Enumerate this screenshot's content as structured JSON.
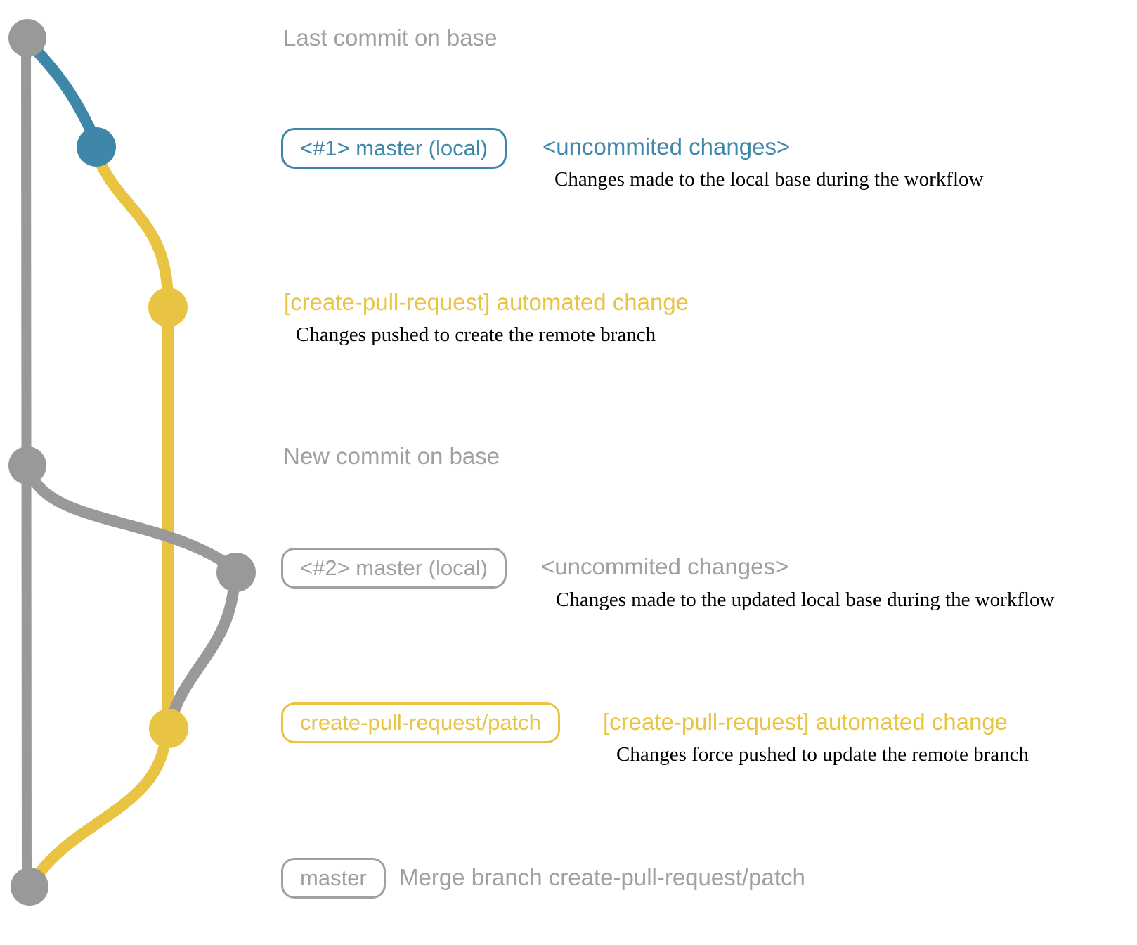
{
  "colors": {
    "gray": "#999999",
    "gray_text": "#a0a0a0",
    "blue": "#3e87a9",
    "yellow": "#e9c342",
    "black": "#000000"
  },
  "rows": {
    "last_commit": {
      "label": "Last commit on base"
    },
    "commit1": {
      "badge": "<#1> master (local)",
      "title": "<uncommited changes>",
      "desc": "Changes made to the local base during the workflow"
    },
    "push1": {
      "title": "[create-pull-request] automated change",
      "desc": "Changes pushed to create the remote branch"
    },
    "new_commit": {
      "label": "New commit on base"
    },
    "commit2": {
      "badge": "<#2> master (local)",
      "title": "<uncommited changes>",
      "desc": "Changes made to the updated local base during the workflow"
    },
    "push2": {
      "badge": "create-pull-request/patch",
      "title": "[create-pull-request] automated change",
      "desc": "Changes force pushed to update the remote branch"
    },
    "merge": {
      "badge": "master",
      "label": "Merge branch create-pull-request/patch"
    }
  }
}
